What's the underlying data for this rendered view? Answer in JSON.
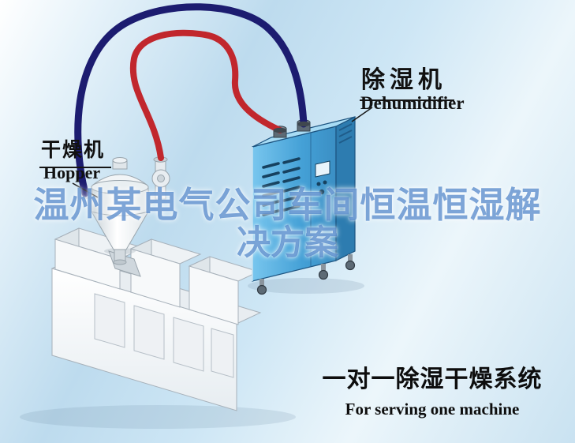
{
  "labels": {
    "dehumidifier_cn": "除湿机",
    "dehumidifier_en": "Dehumidifier",
    "hopper_cn": "干燥机",
    "hopper_en": "Hopper"
  },
  "watermark": {
    "line1": "温州某电气公司车间恒温恒湿解",
    "line2": "决方案"
  },
  "caption": {
    "title_cn": "一对一除湿干燥系统",
    "subtitle_en": "For serving one machine"
  },
  "colors": {
    "hose_red": "#c1272d",
    "hose_navy": "#1c1c70",
    "cabinet_blue": "#4aa8dc",
    "watermark_blue": "#2f6ebe",
    "label_text": "#111111"
  }
}
